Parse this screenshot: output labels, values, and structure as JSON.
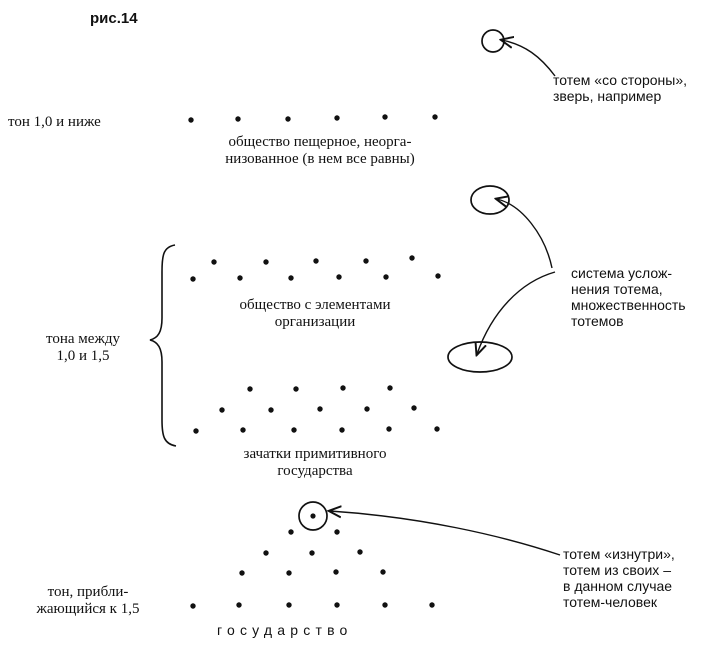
{
  "figure_label": "рис.14",
  "left_labels": {
    "tone_low": "тон 1,0 и ниже",
    "tone_between_1": "тона между",
    "tone_between_2": "1,0 и 1,5",
    "tone_near_1": "тон, прибли-",
    "tone_near_2": "жающийся к 1,5"
  },
  "center_labels": {
    "cave_1": "общество пещерное, неорга-",
    "cave_2": "низованное (в нем все равны)",
    "org_1": "общество с элементами",
    "org_2": "организации",
    "proto_1": "зачатки примитивного",
    "proto_2": "государства",
    "state": "государство"
  },
  "right_notes": {
    "outside_1": "тотем «со стороны»,",
    "outside_2": "зверь, например",
    "complex_1": "система услож-",
    "complex_2": "нения тотема,",
    "complex_3": "множественность",
    "complex_4": "тотемов",
    "inside_1": "тотем «изнутри»,",
    "inside_2": "тотем из своих –",
    "inside_3": "в данном случае",
    "inside_4": "тотем-человек"
  }
}
